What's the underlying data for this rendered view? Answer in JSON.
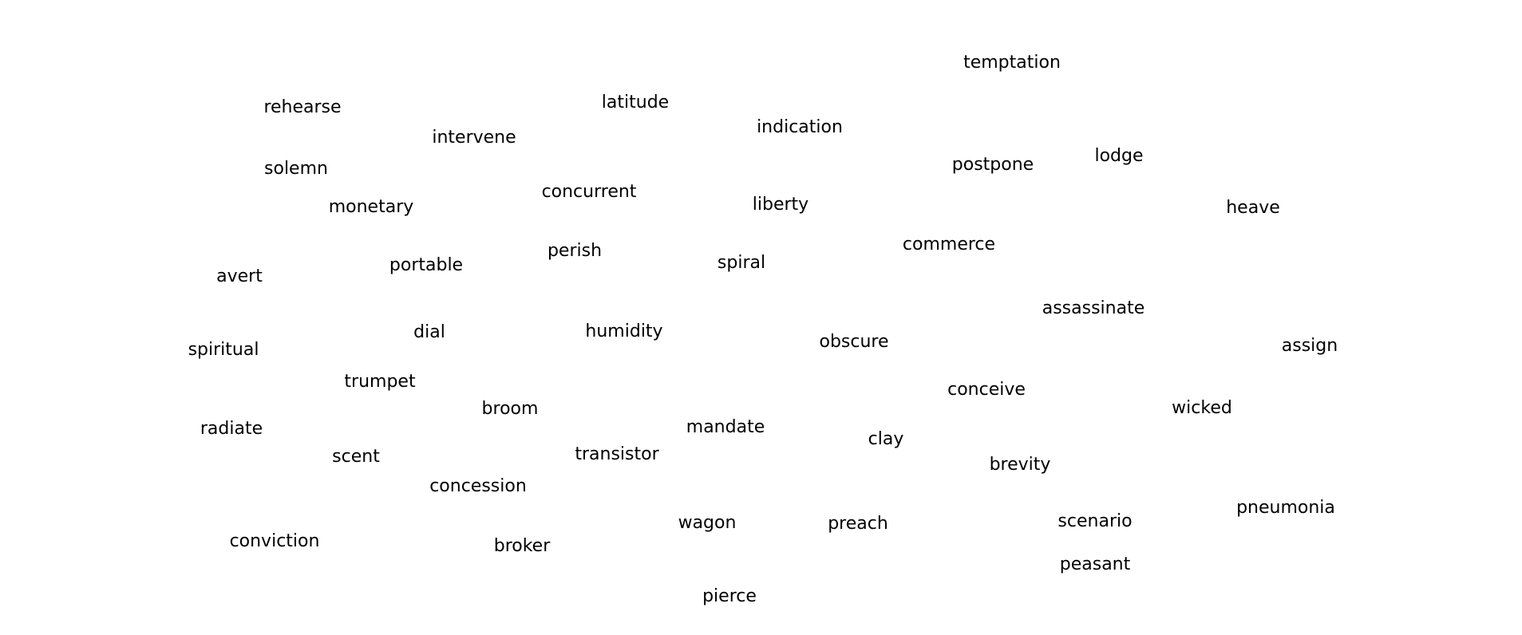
{
  "words": [
    "temptation",
    "rehearse",
    "latitude",
    "indication",
    "intervene",
    "lodge",
    "postpone",
    "solemn",
    "concurrent",
    "monetary",
    "liberty",
    "heave",
    "commerce",
    "perish",
    "portable",
    "spiral",
    "avert",
    "assassinate",
    "dial",
    "humidity",
    "obscure",
    "assign",
    "spiritual",
    "trumpet",
    "conceive",
    "broom",
    "wicked",
    "radiate",
    "mandate",
    "clay",
    "scent",
    "transistor",
    "brevity",
    "concession",
    "pneumonia",
    "wagon",
    "preach",
    "scenario",
    "conviction",
    "broker",
    "peasant",
    "pierce"
  ],
  "colors": {
    "background": "#ffffff",
    "text": "#000000"
  }
}
